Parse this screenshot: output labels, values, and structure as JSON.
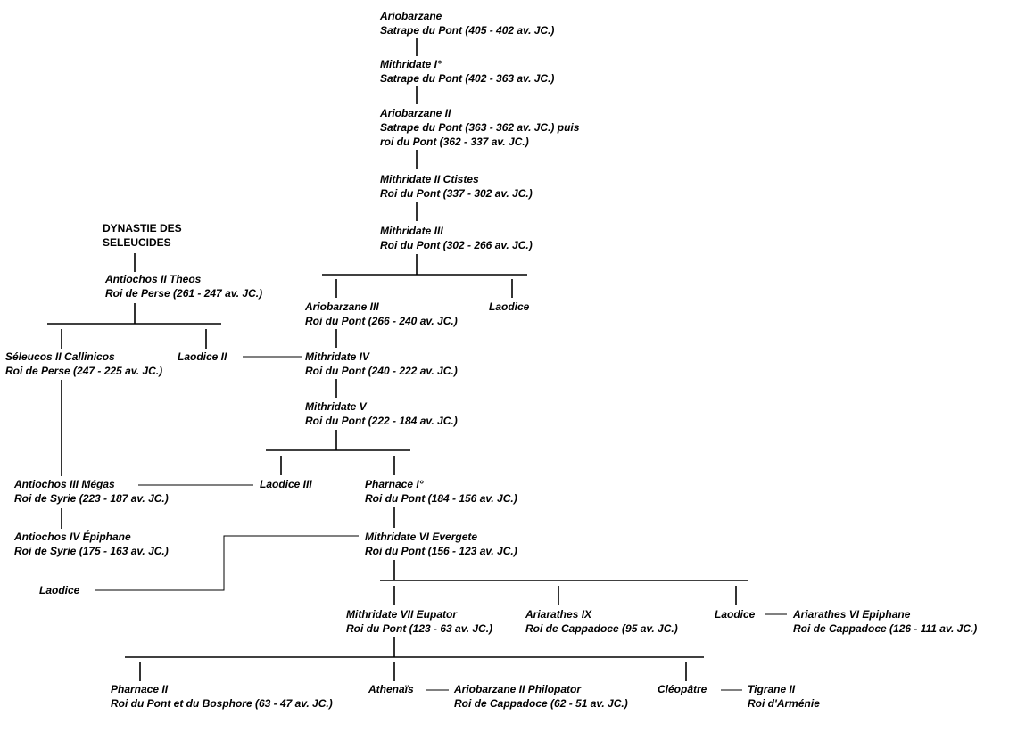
{
  "diagram": {
    "type": "genealogical-tree",
    "nodes": {
      "ariobarzane": {
        "name": "Ariobarzane",
        "title": "Satrape du Pont (405 - 402 av. JC.)"
      },
      "mithridate_1": {
        "name": "Mithridate I°",
        "title": "Satrape du Pont (402 - 363 av. JC.)"
      },
      "ariobarzane_2": {
        "name": "Ariobarzane II",
        "title": "Satrape du Pont (363 - 362 av. JC.) puis",
        "title2": "roi du Pont (362 - 337 av. JC.)"
      },
      "mithridate_2": {
        "name": "Mithridate II Ctistes",
        "title": "Roi du Pont (337 - 302 av. JC.)"
      },
      "mithridate_3": {
        "name": "Mithridate III",
        "title": "Roi du Pont (302 - 266 av. JC.)"
      },
      "dynastie": {
        "line1": "DYNASTIE DES",
        "line2": "SELEUCIDES"
      },
      "antiochos_2": {
        "name": "Antiochos II Theos",
        "title": "Roi de Perse (261 - 247 av. JC.)"
      },
      "ariobarzane_3": {
        "name": "Ariobarzane III",
        "title": "Roi du Pont (266 - 240 av. JC.)"
      },
      "laodice_a": {
        "name": "Laodice"
      },
      "seleucos_2": {
        "name": "Séleucos II Callinicos",
        "title": "Roi de Perse (247 - 225 av. JC.)"
      },
      "laodice_2": {
        "name": "Laodice II"
      },
      "mithridate_4": {
        "name": "Mithridate IV",
        "title": "Roi du Pont (240 - 222 av. JC.)"
      },
      "mithridate_5": {
        "name": "Mithridate V",
        "title": "Roi du Pont (222 - 184 av. JC.)"
      },
      "antiochos_3": {
        "name": "Antiochos III Mégas",
        "title": "Roi de Syrie (223 - 187 av. JC.)"
      },
      "laodice_3": {
        "name": "Laodice III"
      },
      "pharnace_1": {
        "name": "Pharnace I°",
        "title": "Roi du Pont (184 - 156 av. JC.)"
      },
      "antiochos_4": {
        "name": "Antiochos IV Épiphane",
        "title": "Roi de Syrie (175 - 163 av. JC.)"
      },
      "mithridate_6": {
        "name": "Mithridate VI Evergete",
        "title": "Roi du Pont (156 - 123 av. JC.)"
      },
      "laodice_b": {
        "name": "Laodice"
      },
      "mithridate_7": {
        "name": "Mithridate VII Eupator",
        "title": "Roi du Pont (123 - 63 av. JC.)"
      },
      "ariarathes_9": {
        "name": "Ariarathes IX",
        "title": "Roi de Cappadoce (95 av. JC.)"
      },
      "laodice_c": {
        "name": "Laodice"
      },
      "ariarathes_6": {
        "name": "Ariarathes VI Epiphane",
        "title": "Roi de Cappadoce (126 - 111 av. JC.)"
      },
      "pharnace_2": {
        "name": "Pharnace II",
        "title": "Roi du Pont et du Bosphore (63 - 47 av. JC.)"
      },
      "athenais": {
        "name": "Athenaïs"
      },
      "ariobarzane_2p": {
        "name": "Ariobarzane II Philopator",
        "title": "Roi de Cappadoce (62 - 51 av. JC.)"
      },
      "cleopatre": {
        "name": "Cléopâtre"
      },
      "tigrane_2": {
        "name": "Tigrane II",
        "title": "Roi d'Arménie"
      }
    }
  }
}
